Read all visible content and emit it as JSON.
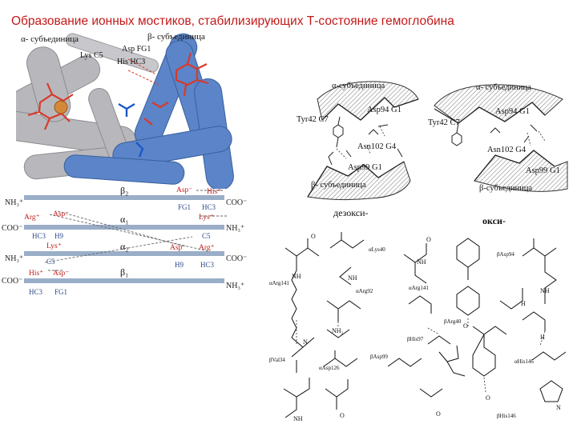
{
  "title": "Образование ионных мостиков, стабилизирующих Т-состояние гемоглобина",
  "structure": {
    "alpha_label": "α- субъединица",
    "beta_label": "β- субъединица",
    "res_asp_fg1": "Asp FG1",
    "res_lys_c5": "Lys C5",
    "res_his_hc3": "His HC3"
  },
  "deoxy": {
    "alpha": "α-субъединица",
    "tyr": "Tyr42 C7",
    "asp94": "Asp94 G1",
    "asn102": "Asn102 G4",
    "asp99": "Asp99 G1",
    "beta": "β- субъединица",
    "caption": "дезокси-"
  },
  "oxy": {
    "alpha": "α- субъединица",
    "tyr": "Tyr42 C7",
    "asp94": "Asp94 G1",
    "asn102": "Asn102 G4",
    "asp99": "Asp99 G1",
    "beta": "β-субъединица",
    "caption": "окси-"
  },
  "chains": {
    "beta2": "β₂",
    "alpha1": "α₁",
    "alpha2": "α₂",
    "beta1": "β₁",
    "nh3": "NH₃⁺",
    "coo": "COO⁻",
    "asp": "Asp⁻",
    "his": "His⁺",
    "arg": "Arg⁺",
    "lys": "Lys⁺",
    "fg1": "FG1",
    "hc3": "HC3",
    "c5": "C5",
    "h9": "H9"
  },
  "chem": {
    "r1": "αLys40",
    "r2": "αArg141",
    "r3": "αArg92",
    "r4": "αArg141",
    "r5": "βAsp94",
    "r6": "βArg40",
    "r7": "βHis97",
    "r8": "βAsp99",
    "r9": "βVal34",
    "r10": "αAsp126",
    "r11": "αHis146",
    "r12": "βHis146",
    "n": "N",
    "nh": "NH",
    "o": "O",
    "h": "H",
    "nh2": "NH₂"
  }
}
